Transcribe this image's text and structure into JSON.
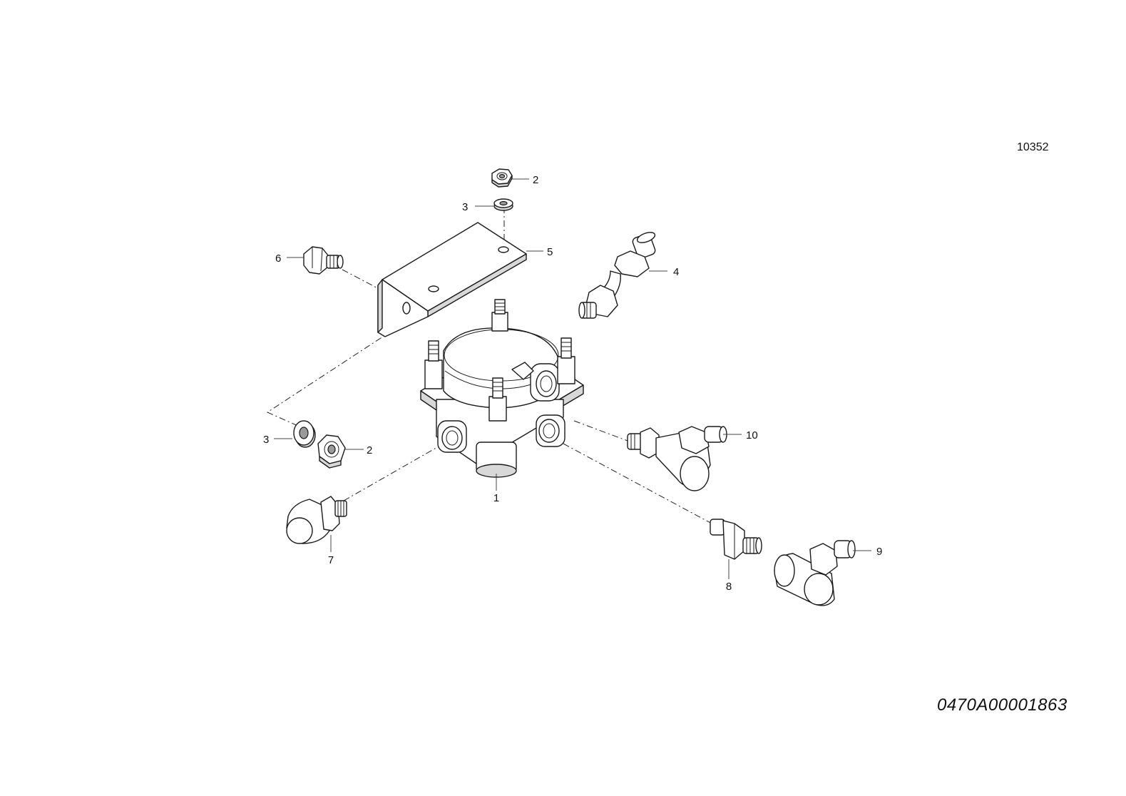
{
  "reference_number": "10352",
  "drawing_code": "0470A00001863",
  "callouts": [
    {
      "id": "1",
      "text": "1"
    },
    {
      "id": "2a",
      "text": "2"
    },
    {
      "id": "3a",
      "text": "3"
    },
    {
      "id": "4",
      "text": "4"
    },
    {
      "id": "5",
      "text": "5"
    },
    {
      "id": "6",
      "text": "6"
    },
    {
      "id": "3b",
      "text": "3"
    },
    {
      "id": "2b",
      "text": "2"
    },
    {
      "id": "10",
      "text": "10"
    },
    {
      "id": "7",
      "text": "7"
    },
    {
      "id": "8",
      "text": "8"
    },
    {
      "id": "9",
      "text": "9"
    }
  ]
}
